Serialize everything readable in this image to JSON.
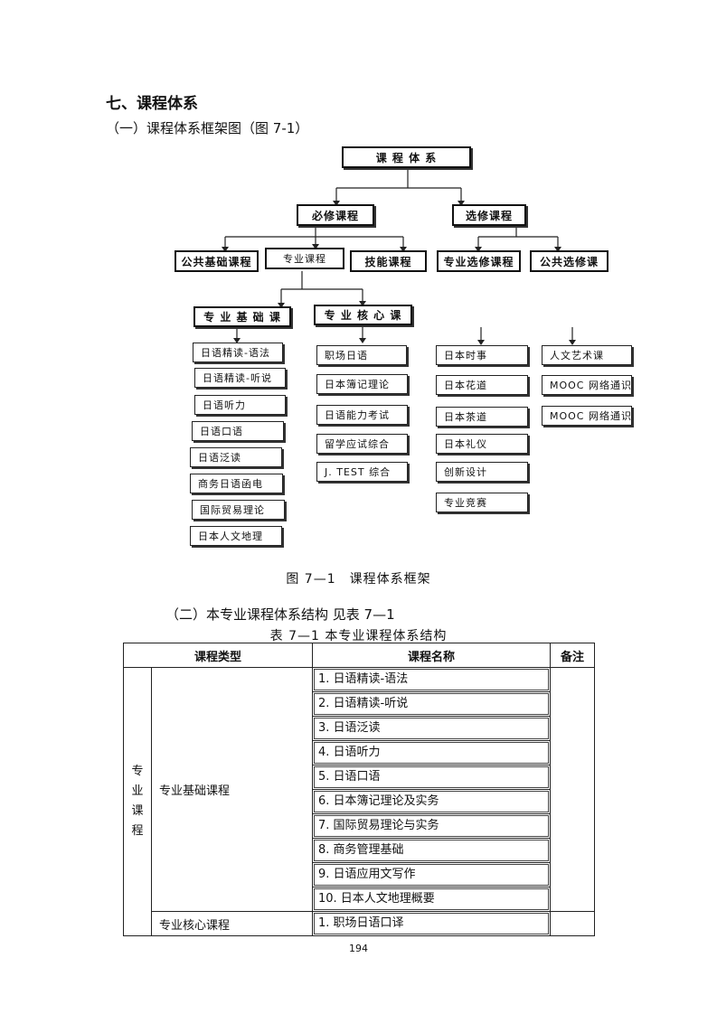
{
  "headings": {
    "section": "七、课程体系",
    "subsection1": "（一）课程体系框架图（图 7-1）",
    "subsection2": "（二）本专业课程体系结构 见表 7—1"
  },
  "diagram": {
    "root": "课 程 体 系",
    "required": "必修课程",
    "elective": "选修课程",
    "public_basic": "公共基础课程",
    "professional": "专业课程",
    "skill": "技能课程",
    "prof_elective": "专业选修课程",
    "public_elective": "公共选修课",
    "prof_basic": "专 业 基 础 课",
    "prof_core": "专 业 核 心 课",
    "basic_items": [
      "日语精读-语法",
      "日语精读-听说",
      "日语听力",
      "日语口语",
      "日语泛读",
      "商务日语函电",
      "国际贸易理论",
      "日本人文地理"
    ],
    "core_items": [
      "职场日语",
      "日本簿记理论",
      "日语能力考试",
      "留学应试综合",
      "J. TEST 综合"
    ],
    "prof_elective_items": [
      "日本时事",
      "日本花道",
      "日本茶道",
      "日本礼仪",
      "创新设计",
      "专业竞赛"
    ],
    "public_elective_items": [
      "人文艺术课",
      "MOOC 网络通识",
      "MOOC 网络通识"
    ]
  },
  "figure_caption": "图 7—1　课程体系框架",
  "table_caption": "表 7—1 本专业课程体系结构",
  "table": {
    "headers": [
      "课程类型",
      "课程名称",
      "备注"
    ],
    "group_label": "专业课程",
    "basic_label": "专业基础课程",
    "core_label": "专业核心课程",
    "basic_courses": [
      "1. 日语精读-语法",
      "2. 日语精读-听说",
      "3. 日语泛读",
      "4. 日语听力",
      "5. 日语口语",
      "6. 日本簿记理论及实务",
      "7. 国际贸易理论与实务",
      "8. 商务管理基础",
      "9. 日语应用文写作",
      "10. 日本人文地理概要"
    ],
    "core_courses": [
      "1. 职场日语口译"
    ]
  },
  "page_number": "194"
}
